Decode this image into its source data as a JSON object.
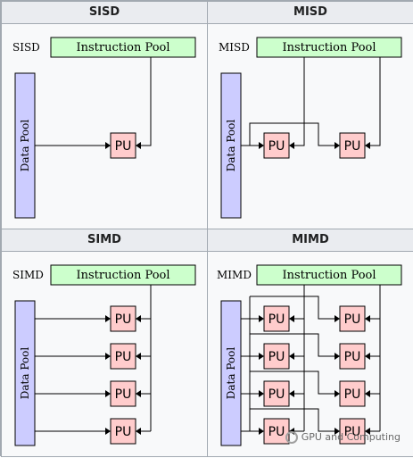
{
  "panels": {
    "sisd": {
      "header": "SISD",
      "label": "SISD"
    },
    "misd": {
      "header": "MISD",
      "label": "MISD"
    },
    "simd": {
      "header": "SIMD",
      "label": "SIMD"
    },
    "mimd": {
      "header": "MIMD",
      "label": "MIMD"
    }
  },
  "common": {
    "instruction_pool": "Instruction Pool",
    "data_pool": "Data Pool",
    "pu": "PU"
  },
  "watermark": "GPU and Computing",
  "colors": {
    "instruction_pool_fill": "#ccffcc",
    "data_pool_fill": "#ccccff",
    "pu_fill": "#ffcccc",
    "header_bg": "#eaecf0",
    "border": "#a2a9b1"
  }
}
